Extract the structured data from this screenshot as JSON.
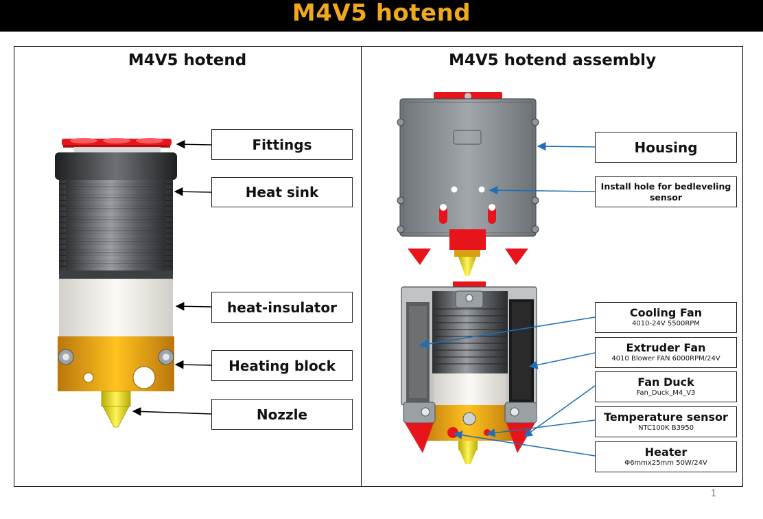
{
  "header": {
    "title": "M4V5 hotend",
    "bg_color": "#000000",
    "title_color": "#f0a81e"
  },
  "left_panel": {
    "title": "M4V5 hotend",
    "labels": [
      {
        "text": "Fittings"
      },
      {
        "text": "Heat sink"
      },
      {
        "text": "heat-insulator"
      },
      {
        "text": "Heating block"
      },
      {
        "text": "Nozzle"
      }
    ]
  },
  "right_panel": {
    "title": "M4V5 hotend assembly",
    "labels": [
      {
        "title": "Housing"
      },
      {
        "title": "Install hole for bedleveling sensor"
      },
      {
        "title": "Cooling Fan",
        "detail": "4010-24V  5500RPM"
      },
      {
        "title": "Extruder Fan",
        "detail": "4010 Blower FAN 6000RPM/24V"
      },
      {
        "title": "Fan Duck",
        "detail": "Fan_Duck_M4_V3"
      },
      {
        "title": "Temperature sensor",
        "detail": "NTC100K  B3950"
      },
      {
        "title": "Heater",
        "detail": "Φ6mmx25mm  50W/24V"
      }
    ]
  },
  "footer": {
    "page_number": "1"
  },
  "colors": {
    "fitting_red": "#e8141c",
    "heatsink_gray": "#4a4d50",
    "insulator_white": "#ecebe6",
    "block_brass": "#e8a21a",
    "nozzle_yellow": "#f2e218",
    "housing_gray": "#8c9296",
    "arrow_black": "#000000",
    "arrow_blue": "#1f6fb6"
  }
}
